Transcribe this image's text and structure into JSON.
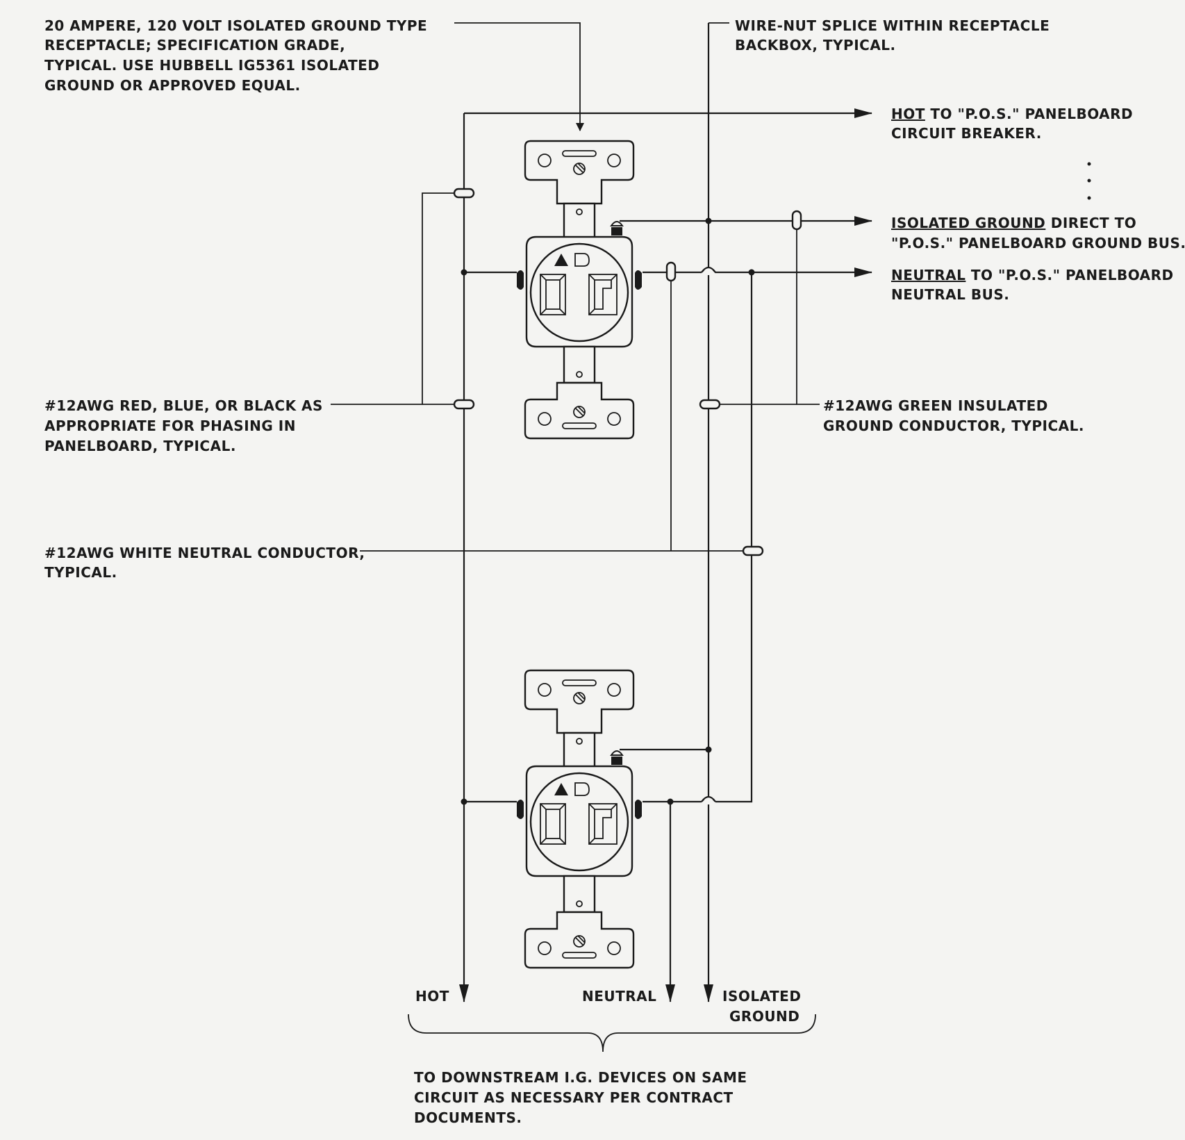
{
  "notes": {
    "receptacle": {
      "line1": "20 AMPERE, 120 VOLT ISOLATED GROUND TYPE",
      "line2": "RECEPTACLE; SPECIFICATION GRADE,",
      "line3": "TYPICAL. USE HUBBELL IG5361 ISOLATED",
      "line4": "GROUND OR APPROVED EQUAL."
    },
    "splice": {
      "line1": "WIRE-NUT SPLICE WITHIN RECEPTACLE",
      "line2": "BACKBOX, TYPICAL."
    },
    "hot_to_panel": {
      "underlined": "HOT",
      "rest": " TO \"P.O.S.\" PANELBOARD",
      "line2": "CIRCUIT BREAKER."
    },
    "ig_to_panel": {
      "underlined": "ISOLATED GROUND",
      "rest": " DIRECT TO",
      "line2": "\"P.O.S.\" PANELBOARD GROUND BUS."
    },
    "neutral_to_panel": {
      "underlined": "NEUTRAL",
      "rest": " TO \"P.O.S.\" PANELBOARD",
      "line2": "NEUTRAL BUS."
    },
    "phase_conductor": {
      "line1": "#12AWG RED, BLUE, OR BLACK AS",
      "line2": "APPROPRIATE FOR PHASING IN",
      "line3": "PANELBOARD, TYPICAL."
    },
    "ground_conductor": {
      "line1": "#12AWG GREEN INSULATED",
      "line2": "GROUND CONDUCTOR, TYPICAL."
    },
    "neutral_conductor": {
      "line1": "#12AWG WHITE NEUTRAL CONDUCTOR,",
      "line2": "TYPICAL."
    },
    "downstream": {
      "line1": "TO DOWNSTREAM I.G. DEVICES ON SAME",
      "line2": "CIRCUIT AS NECESSARY PER CONTRACT",
      "line3": "DOCUMENTS."
    }
  },
  "terminals": {
    "hot": "HOT",
    "neutral": "NEUTRAL",
    "ig_line1": "ISOLATED",
    "ig_line2": "GROUND"
  },
  "colors": {
    "ink": "#1a1a1a",
    "paper": "#f4f4f2"
  }
}
